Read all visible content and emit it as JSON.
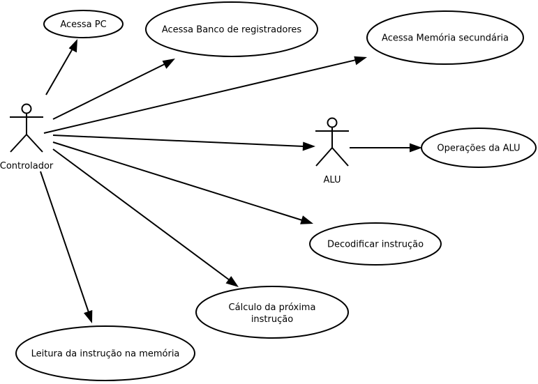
{
  "actors": {
    "controller": "Controlador",
    "alu": "ALU"
  },
  "use_cases": {
    "access_pc": "Acessa PC",
    "access_register_bank": "Acessa Banco de registradores",
    "access_secondary_memory": "Acessa Memória secundária",
    "alu_operations": "Operações da ALU",
    "decode_instruction": "Decodificar instrução",
    "next_instruction_line1": "Cálculo da próxima",
    "next_instruction_line2": "instrução",
    "read_instruction": "Leitura da instrução na memória"
  }
}
